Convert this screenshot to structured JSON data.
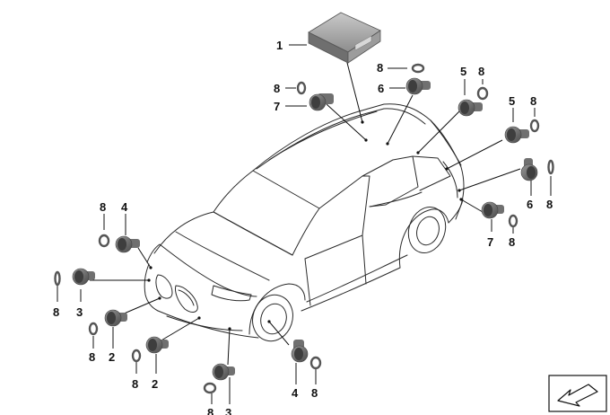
{
  "callouts": [
    {
      "id": "c1",
      "label": "1",
      "part": "control-unit"
    },
    {
      "id": "c8a",
      "label": "8",
      "part": "ring"
    },
    {
      "id": "c8b",
      "label": "8",
      "part": "ring"
    },
    {
      "id": "c7a",
      "label": "7",
      "part": "sensor"
    },
    {
      "id": "c6a",
      "label": "6",
      "part": "sensor"
    },
    {
      "id": "c5a",
      "label": "5",
      "part": "sensor"
    },
    {
      "id": "c8c",
      "label": "8",
      "part": "ring"
    },
    {
      "id": "c5b",
      "label": "5",
      "part": "sensor"
    },
    {
      "id": "c8d",
      "label": "8",
      "part": "ring"
    },
    {
      "id": "c6b",
      "label": "6",
      "part": "sensor"
    },
    {
      "id": "c8e",
      "label": "8",
      "part": "ring"
    },
    {
      "id": "c7b",
      "label": "7",
      "part": "sensor"
    },
    {
      "id": "c8f",
      "label": "8",
      "part": "ring"
    },
    {
      "id": "c8g",
      "label": "8",
      "part": "ring"
    },
    {
      "id": "c4a",
      "label": "4",
      "part": "sensor"
    },
    {
      "id": "c8h",
      "label": "8",
      "part": "ring"
    },
    {
      "id": "c3a",
      "label": "3",
      "part": "sensor"
    },
    {
      "id": "c2a",
      "label": "2",
      "part": "sensor"
    },
    {
      "id": "c8i",
      "label": "8",
      "part": "ring"
    },
    {
      "id": "c8j",
      "label": "8",
      "part": "ring"
    },
    {
      "id": "c2b",
      "label": "2",
      "part": "sensor"
    },
    {
      "id": "c8k",
      "label": "8",
      "part": "ring"
    },
    {
      "id": "c3b",
      "label": "3",
      "part": "sensor"
    },
    {
      "id": "c4b",
      "label": "4",
      "part": "sensor"
    },
    {
      "id": "c8l",
      "label": "8",
      "part": "ring"
    }
  ],
  "colors": {
    "line": "#111111",
    "part_dark": "#5a5a5a",
    "part_mid": "#8a8a8a",
    "part_light": "#b5b5b5"
  },
  "icons": {
    "orientation": "arrow-icon"
  }
}
